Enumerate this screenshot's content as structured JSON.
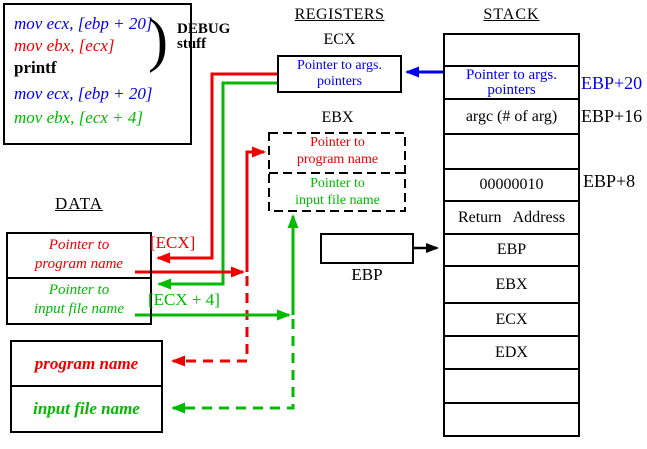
{
  "palette": {
    "red": "#ee0000",
    "green": "#00bb00",
    "blue": "#0000ee",
    "black": "#000000"
  },
  "code_box": {
    "lines": [
      {
        "text": "mov ecx, [ebp + 20]",
        "color": "blue"
      },
      {
        "text": "mov ebx, [ecx]",
        "color": "red"
      },
      {
        "text": "printf",
        "color": "black"
      },
      {
        "text": "mov ecx, [ebp + 20]",
        "color": "blue"
      },
      {
        "text": "mov ebx, [ecx + 4]",
        "color": "green"
      }
    ],
    "brace_glyph": ")",
    "debug_note": "DEBUG\nstuff"
  },
  "registers": {
    "title": "REGISTERS",
    "ecx": {
      "label": "ECX",
      "value": "Pointer to args.\npointers"
    },
    "ebx": {
      "label": "EBX",
      "slots": [
        {
          "text": "Pointer to\nprogram name",
          "color": "red"
        },
        {
          "text": "Pointer to\ninput file name",
          "color": "green"
        }
      ]
    }
  },
  "stack": {
    "title": "STACK",
    "rows": [
      {
        "label": ""
      },
      {
        "label": "Pointer to args.\npointers",
        "offset": "EBP+20"
      },
      {
        "label": "argc (# of arg)",
        "offset": "EBP+16"
      },
      {
        "label": ""
      },
      {
        "label": "00000010",
        "offset": "EBP+8"
      },
      {
        "label": "Return Address"
      },
      {
        "label": "EBP"
      },
      {
        "label": "EBX"
      },
      {
        "label": "ECX"
      },
      {
        "label": "EDX"
      },
      {
        "label": ""
      },
      {
        "label": ""
      }
    ]
  },
  "data_section": {
    "title": "DATA",
    "cells": [
      {
        "text": "Pointer to\nprogram name",
        "color": "red"
      },
      {
        "text": "Pointer to\ninput file name",
        "color": "green"
      }
    ]
  },
  "strings_box": {
    "cells": [
      {
        "text": "program name",
        "color": "red"
      },
      {
        "text": "input file name",
        "color": "green"
      }
    ]
  },
  "ebp_pointer": {
    "label": "EBP"
  },
  "annotations": {
    "ecx_deref": "[ECX]",
    "ecx_plus4_deref": "[ECX + 4]"
  }
}
